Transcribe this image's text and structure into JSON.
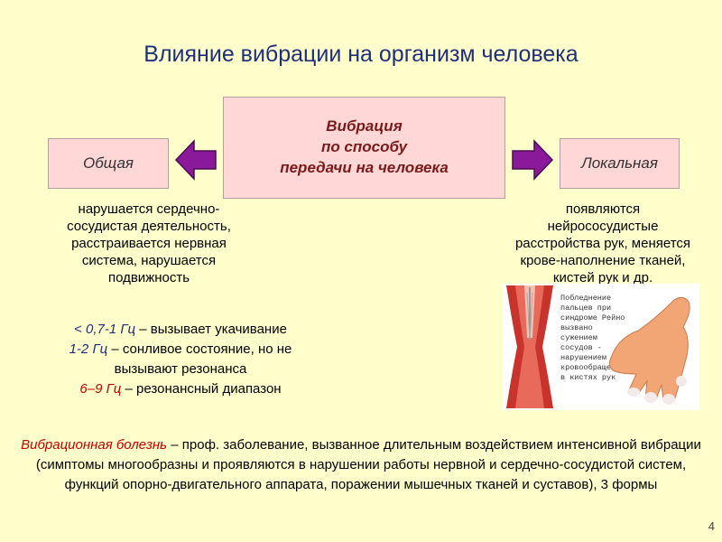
{
  "title": "Влияние вибрации на организм человека",
  "center": {
    "line1": "Вибрация",
    "line2": "по способу",
    "line3": "передачи на человека"
  },
  "left_box": "Общая",
  "right_box": "Локальная",
  "left_description": [
    "нарушается сердечно-",
    "сосудистая деятельность,",
    "расстраивается нервная",
    "система, нарушается",
    "подвижность"
  ],
  "right_description": [
    "появляются",
    "нейрососудистые",
    "расстройства рук, меняется",
    "крове-наполнение тканей,",
    "кистей рук и др."
  ],
  "frequencies": [
    {
      "value": "< 0,7-1 Гц",
      "text": " – вызывает укачивание"
    },
    {
      "value": "1-2 Гц",
      "text": " – сонливое состояние, но не вызывают резонанса"
    },
    {
      "value": "6–9 Гц",
      "text": " – резонансный диапазон"
    }
  ],
  "illustration_caption": [
    "Побледнение",
    "пальцев при",
    "синдроме Рейно",
    "вызвано",
    "сужением",
    "сосудов -",
    "нарушением",
    "кровообращения",
    "в кистях рук"
  ],
  "disease": {
    "term": "Вибрационная болезнь",
    "text": "  – проф. заболевание, вызванное длительным воздействием интенсивной вибрации (симптомы многообразны и проявляются в нарушении работы нервной и сердечно-сосудистой систем, функций опорно-двигательного аппарата, поражении мышечных тканей и суставов), 3 формы"
  },
  "slide_number": "4",
  "colors": {
    "background": "#ffffcc",
    "box": "#ffd7d7",
    "arrow": "#8b1a9a",
    "title": "#1f2f7a",
    "accent_red": "#c00000"
  }
}
